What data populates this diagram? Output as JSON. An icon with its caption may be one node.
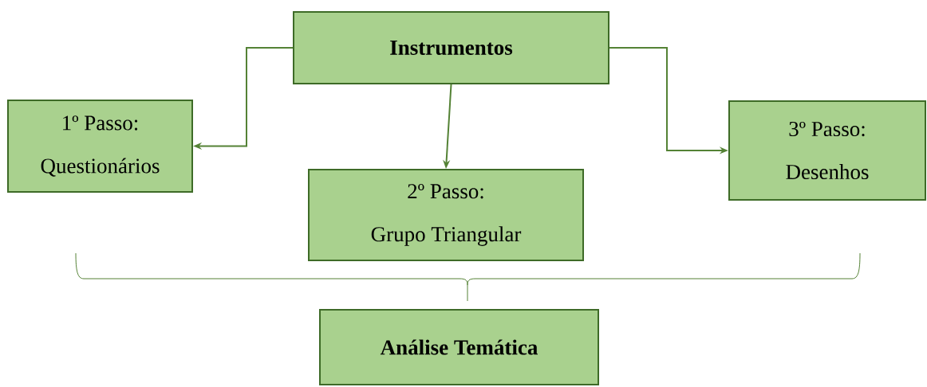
{
  "diagram": {
    "nodes": [
      {
        "text": [
          "Instrumentos"
        ]
      },
      {
        "text": [
          "1º Passo:",
          "Questionários"
        ]
      },
      {
        "text": [
          "2º Passo:",
          "Grupo Triangular"
        ]
      },
      {
        "text": [
          "3º Passo:",
          "Desenhos"
        ]
      },
      {
        "text": [
          "Análise Temática"
        ]
      }
    ],
    "edges": [
      {
        "from": 0,
        "to": 1,
        "arrow": "to"
      },
      {
        "from": 0,
        "to": 2,
        "arrow": "to"
      },
      {
        "from": 0,
        "to": 3,
        "arrow": "to"
      }
    ]
  }
}
